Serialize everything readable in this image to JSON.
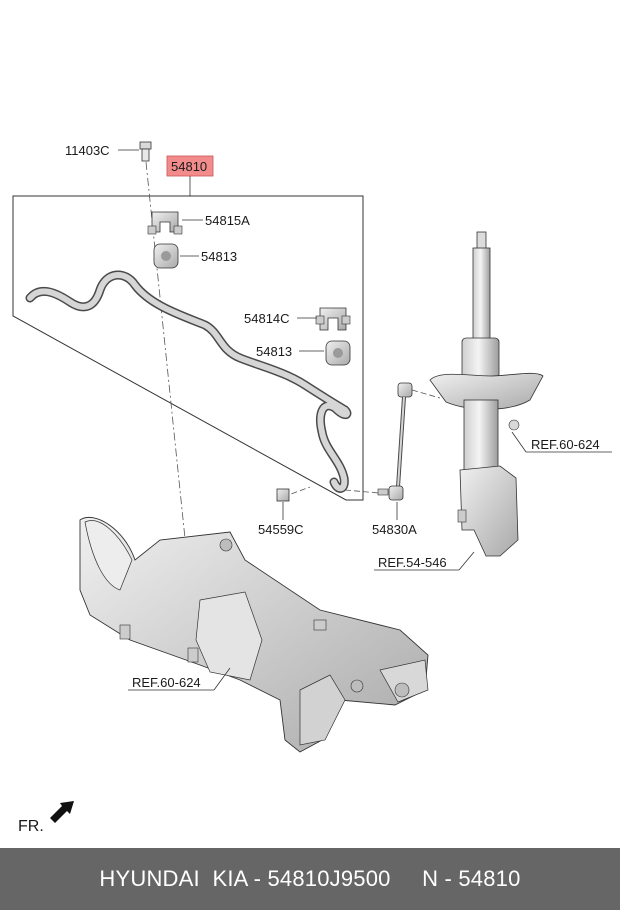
{
  "diagram": {
    "callouts": {
      "bolt": "11403C",
      "main": "54810",
      "bracket_top": "54815A",
      "bushing_top": "54813",
      "bracket_lower": "54814C",
      "bushing_lower": "54813",
      "nut": "54559C",
      "link": "54830A"
    },
    "refs": {
      "strut_mount": "REF.60-624",
      "strut": "REF.54-546",
      "crossmember": "REF.60-624"
    },
    "front_indicator": "FR.",
    "colors": {
      "highlight_box": "#f28c8c",
      "part_fill": "#e0e0e0",
      "part_shade": "#b9b9b9",
      "outline": "#333333",
      "footer_bg": "#666666"
    }
  },
  "footer": {
    "text": "HYUNDAI  KIA - 54810J9500     N - 54810"
  }
}
